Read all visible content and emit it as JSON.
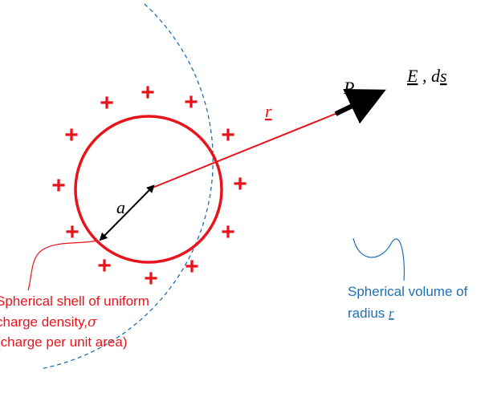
{
  "labels": {
    "point": "P",
    "field_E": "E",
    "field_sep": " , d",
    "field_s": "s",
    "radius_r": "r",
    "radius_a": "a",
    "sign": "+"
  },
  "shell_caption": {
    "line1": "Spherical shell of uniform",
    "line2_text": "charge density,",
    "line2_symbol": "σ",
    "line3": "(charge per unit area)"
  },
  "volume_caption": {
    "line1": "Spherical volume of",
    "line2_text": "radius ",
    "line2_symbol": "r"
  },
  "colors": {
    "charge": "#e8141c",
    "volume": "#1f6fb5",
    "arrow": "#000000",
    "caption_red": "#e8141c",
    "caption_blue": "#1f6fb5"
  }
}
